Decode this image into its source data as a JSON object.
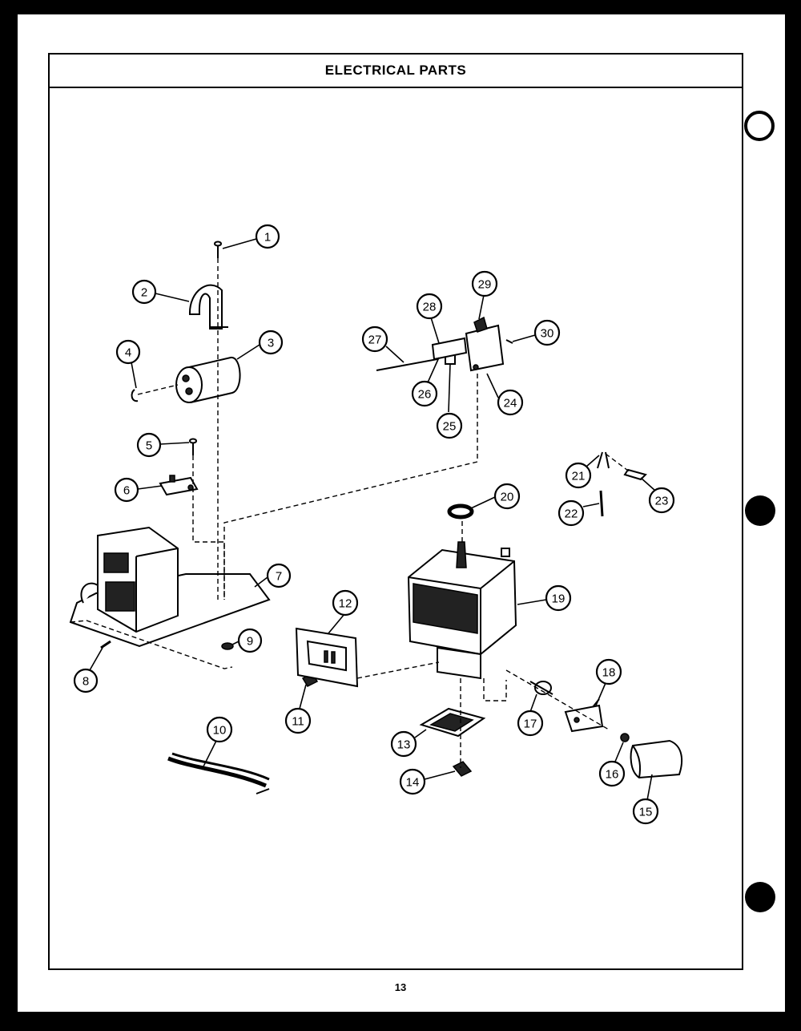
{
  "title": "ELECTRICAL PARTS",
  "page_number": "13",
  "callouts": [
    "1",
    "2",
    "3",
    "4",
    "5",
    "6",
    "7",
    "8",
    "9",
    "10",
    "11",
    "12",
    "13",
    "14",
    "15",
    "16",
    "17",
    "18",
    "19",
    "20",
    "21",
    "22",
    "23",
    "24",
    "25",
    "26",
    "27",
    "28",
    "29",
    "30"
  ]
}
